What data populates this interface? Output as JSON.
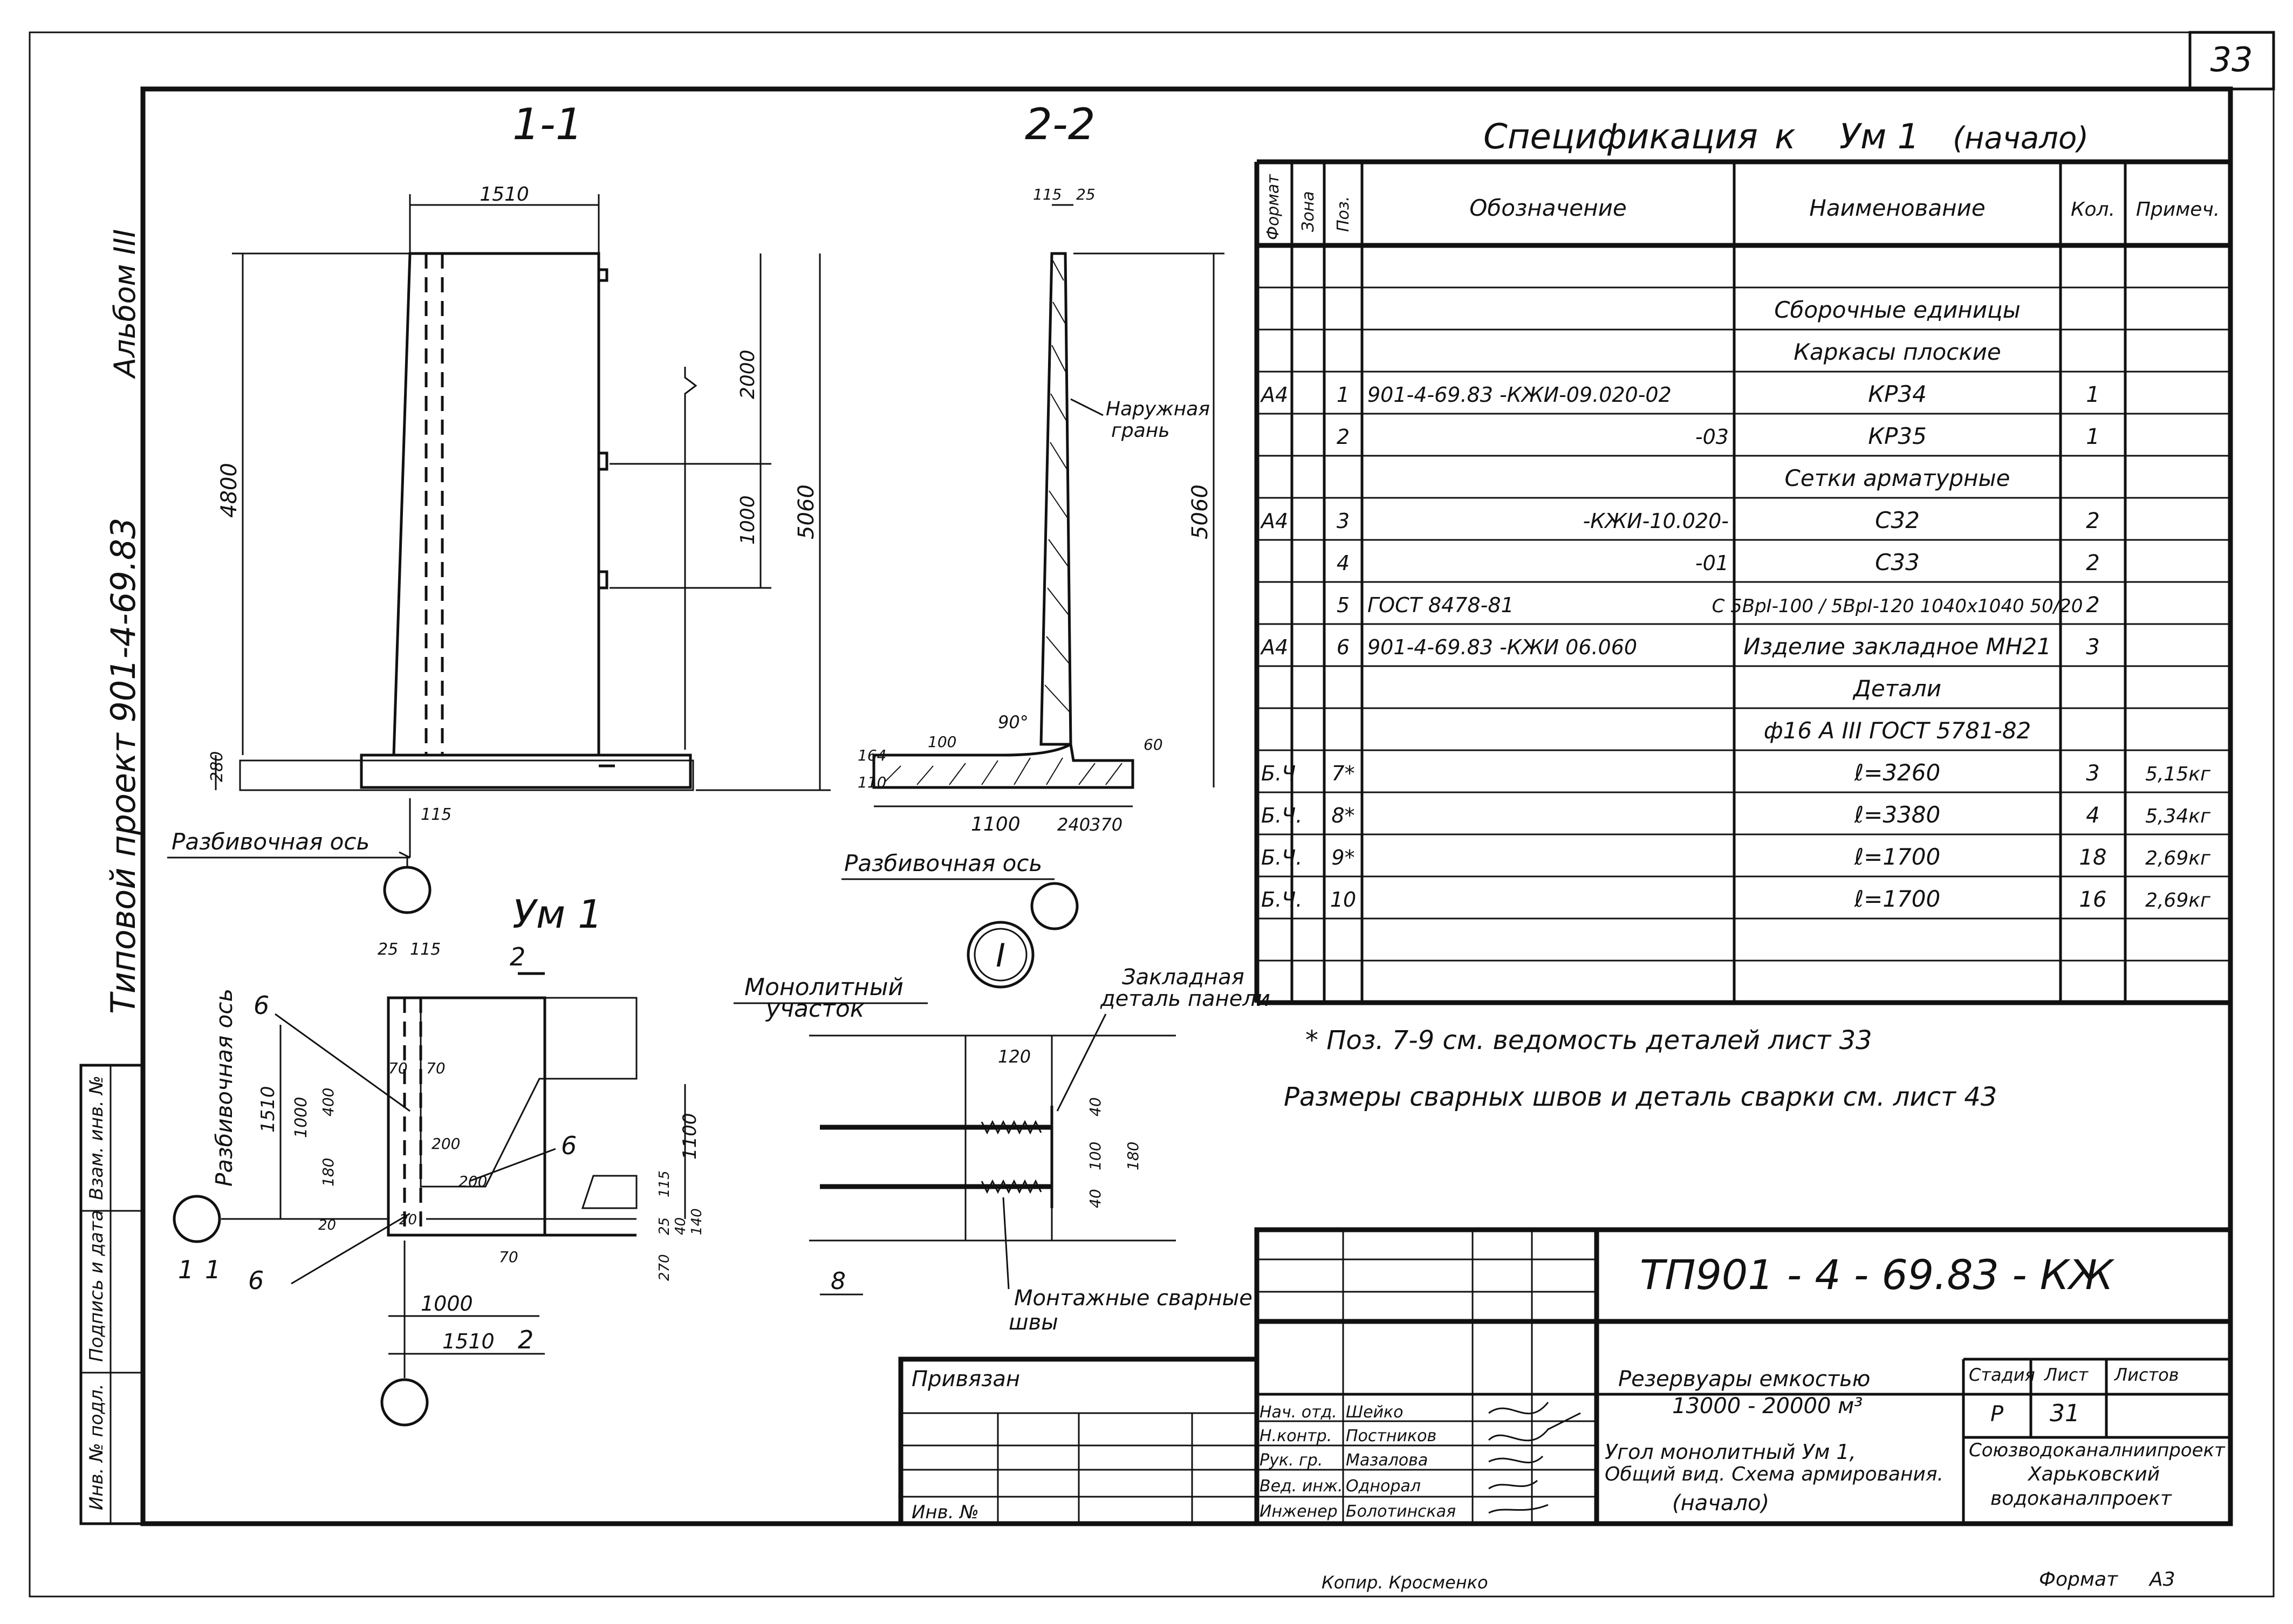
{
  "sheet": {
    "page_number": "33",
    "album": "Альбом III",
    "project_side": "Типовой проект 901-4-69.83",
    "copied": "Копир. Кросменко",
    "format": "Формат",
    "format_value": "А3"
  },
  "sections": {
    "s11": "1-1",
    "s22": "2-2",
    "um1": "Ум 1",
    "node": "I"
  },
  "drawing": {
    "dims11": [
      "1510",
      "4800",
      "5060",
      "2000",
      "1000",
      "280",
      "115"
    ],
    "dims22": [
      "115",
      "25",
      "5060",
      "60",
      "100",
      "164",
      "110",
      "1100",
      "240",
      "370"
    ],
    "angle": "90°",
    "outer_face": [
      "Наружная",
      "грань"
    ],
    "axis_label": "Разбивочная ось",
    "um1_dims": [
      "25",
      "115",
      "1510",
      "1000",
      "400",
      "180",
      "20",
      "70",
      "70",
      "70",
      "200",
      "200",
      "1000",
      "1510",
      "1100",
      "115",
      "25",
      "40",
      "140",
      "270",
      "20"
    ],
    "um1_callouts": [
      "6",
      "6",
      "6",
      "2",
      "2",
      "1",
      "1"
    ],
    "node_labels": [
      "Монолитный",
      "участок",
      "Закладная",
      "деталь панели",
      "Монтажные сварные",
      "швы"
    ],
    "node_dims": [
      "120",
      "40",
      "100",
      "40",
      "180"
    ],
    "node_callout": "8"
  },
  "spec": {
    "title": "Спецификация",
    "title_k": "к",
    "title_ref": "Ум 1",
    "title_note": "(начало)",
    "headers": [
      "Формат",
      "Зона",
      "Поз.",
      "Обозначение",
      "Наименование",
      "Кол.",
      "Примеч."
    ],
    "rows": [
      {
        "fmt": "",
        "zone": "",
        "pos": "",
        "desig": "",
        "name": "",
        "qty": "",
        "note": ""
      },
      {
        "fmt": "",
        "zone": "",
        "pos": "",
        "desig": "",
        "name": "Сборочные единицы",
        "qty": "",
        "note": ""
      },
      {
        "fmt": "",
        "zone": "",
        "pos": "",
        "desig": "",
        "name": "Каркасы плоские",
        "qty": "",
        "note": ""
      },
      {
        "fmt": "А4",
        "zone": "",
        "pos": "1",
        "desig": "901-4-69.83 -КЖИ-09.020-02",
        "name": "КР34",
        "qty": "1",
        "note": ""
      },
      {
        "fmt": "",
        "zone": "",
        "pos": "2",
        "desig": "-03",
        "name": "КР35",
        "qty": "1",
        "note": ""
      },
      {
        "fmt": "",
        "zone": "",
        "pos": "",
        "desig": "",
        "name": "Сетки арматурные",
        "qty": "",
        "note": ""
      },
      {
        "fmt": "А4",
        "zone": "",
        "pos": "3",
        "desig": "-КЖИ-10.020-",
        "name": "С32",
        "qty": "2",
        "note": ""
      },
      {
        "fmt": "",
        "zone": "",
        "pos": "4",
        "desig": "-01",
        "name": "С33",
        "qty": "2",
        "note": ""
      },
      {
        "fmt": "",
        "zone": "",
        "pos": "5",
        "desig": "ГОСТ 8478-81",
        "name": "С 5ВрI-100 / 5ВрI-120 1040х1040 50/20",
        "qty": "2",
        "note": ""
      },
      {
        "fmt": "А4",
        "zone": "",
        "pos": "6",
        "desig": "901-4-69.83 -КЖИ 06.060",
        "name": "Изделие закладное МН21",
        "qty": "3",
        "note": ""
      },
      {
        "fmt": "",
        "zone": "",
        "pos": "",
        "desig": "",
        "name": "Детали",
        "qty": "",
        "note": ""
      },
      {
        "fmt": "",
        "zone": "",
        "pos": "",
        "desig": "",
        "name": "ф16 А III ГОСТ 5781-82",
        "qty": "",
        "note": ""
      },
      {
        "fmt": "Б.Ч",
        "zone": "",
        "pos": "7*",
        "desig": "",
        "name": "ℓ=3260",
        "qty": "3",
        "note": "5,15кг"
      },
      {
        "fmt": "Б.Ч.",
        "zone": "",
        "pos": "8*",
        "desig": "",
        "name": "ℓ=3380",
        "qty": "4",
        "note": "5,34кг"
      },
      {
        "fmt": "Б.Ч.",
        "zone": "",
        "pos": "9*",
        "desig": "",
        "name": "ℓ=1700",
        "qty": "18",
        "note": "2,69кг"
      },
      {
        "fmt": "Б.Ч.",
        "zone": "",
        "pos": "10",
        "desig": "",
        "name": "ℓ=1700",
        "qty": "16",
        "note": "2,69кг"
      },
      {
        "fmt": "",
        "zone": "",
        "pos": "",
        "desig": "",
        "name": "",
        "qty": "",
        "note": ""
      },
      {
        "fmt": "",
        "zone": "",
        "pos": "",
        "desig": "",
        "name": "",
        "qty": "",
        "note": ""
      }
    ],
    "footnote1": "* Поз. 7-9 см. ведомость деталей лист 33",
    "footnote2": "Размеры сварных швов и деталь сварки см. лист 43"
  },
  "titleblock": {
    "code": "ТП901 - 4 - 69.83 - КЖ",
    "bound": "Привязан",
    "inv": "Инв. №",
    "object": [
      "Резервуары емкостью",
      "13000 - 20000 м³"
    ],
    "sheet_title": [
      "Угол монолитный Ум 1,",
      "Общий вид. Схема армирования.",
      "(начало)"
    ],
    "stage_h": "Стадия",
    "sheet_h": "Лист",
    "sheets_h": "Листов",
    "stage": "Р",
    "sheet": "31",
    "sheets": "",
    "org": [
      "Союзводоканалниипроект",
      "Харьковский",
      "водоканалпроект"
    ],
    "roles": [
      "Нач. отд.",
      "Н.контр.",
      "Рук. гр.",
      "Вед. инж.",
      "Инженер"
    ],
    "names": [
      "Шейко",
      "Постников",
      "Мазалова",
      "Однорал",
      "Болотинская"
    ]
  },
  "side": {
    "labels": [
      "Инв. № подл.",
      "Подпись и дата",
      "Взам. инв. №"
    ]
  }
}
